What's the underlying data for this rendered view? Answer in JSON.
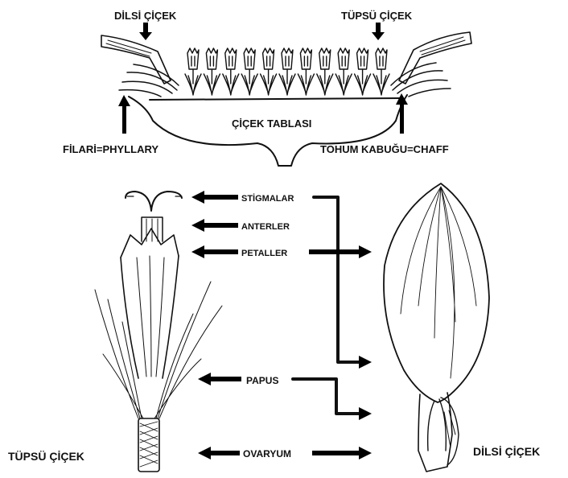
{
  "head": {
    "dilsi_cicek": "DİLSİ ÇİÇEK",
    "tupsu_cicek": "TÜPSÜ ÇİÇEK",
    "cicek_tablasi": "ÇİÇEK TABLASI",
    "filari": "FİLARİ=PHYLLARY",
    "tohum_kabugu": "TOHUM KABUĞU=CHAFF"
  },
  "parts": {
    "stigmalar": "STİGMALAR",
    "anterler": "ANTERLER",
    "petaller": "PETALLER",
    "papus": "PAPUS",
    "ovaryum": "OVARYUM"
  },
  "flowers": {
    "tupsu_cicek": "TÜPSÜ ÇİÇEK",
    "dilsi_cicek": "DİLSİ ÇİÇEK"
  }
}
